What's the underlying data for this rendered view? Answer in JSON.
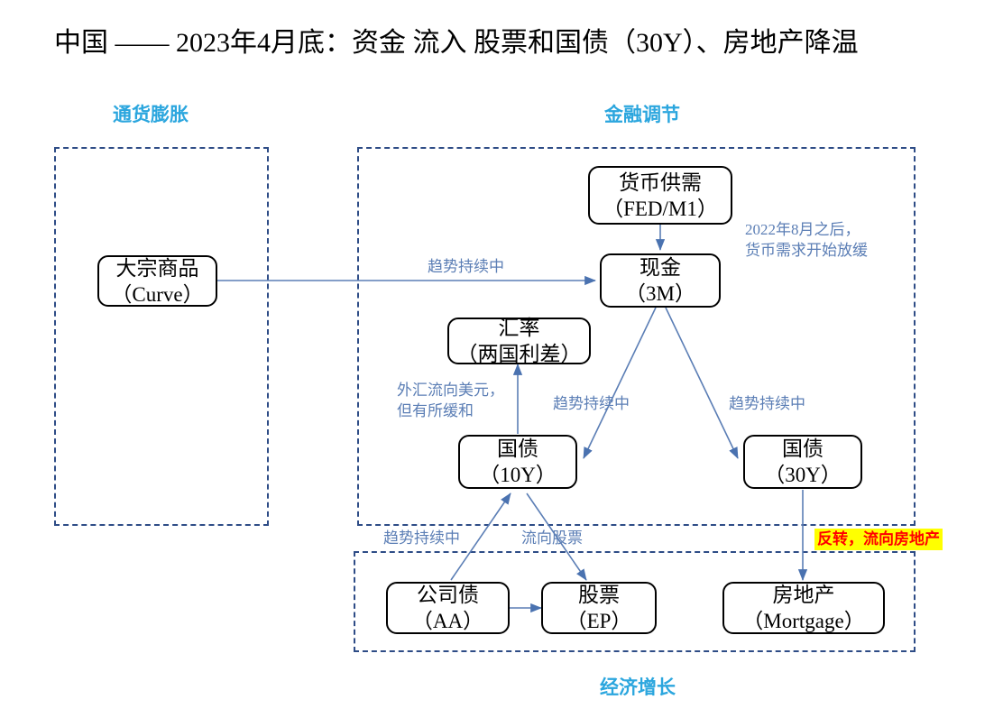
{
  "title": "中国 —— 2023年4月底：资金 流入 股票和国债（30Y）、房地产降温",
  "colors": {
    "group_border": "#2E4C86",
    "group_label": "#2BA6DE",
    "edge": "#5B7EB5",
    "edge_label": "#5B7EB5",
    "node_border": "#000000",
    "highlight_bg": "#FFFF00",
    "highlight_text": "#FF0000"
  },
  "groups": [
    {
      "id": "inflation",
      "label": "通货膨胀",
      "label_position": "top"
    },
    {
      "id": "financial",
      "label": "金融调节",
      "label_position": "top"
    },
    {
      "id": "growth",
      "label": "经济增长",
      "label_position": "bottom"
    }
  ],
  "nodes": [
    {
      "id": "commodity",
      "line1": "大宗商品",
      "line2": "（Curve）",
      "group": "inflation"
    },
    {
      "id": "money",
      "line1": "货币供需",
      "line2": "（FED/M1）",
      "group": "financial"
    },
    {
      "id": "cash",
      "line1": "现金",
      "line2": "（3M）",
      "group": "financial"
    },
    {
      "id": "fx",
      "line1": "汇率",
      "line2": "（两国利差）",
      "group": "financial"
    },
    {
      "id": "bond10",
      "line1": "国债",
      "line2": "（10Y）",
      "group": "financial"
    },
    {
      "id": "bond30",
      "line1": "国债",
      "line2": "（30Y）",
      "group": "financial"
    },
    {
      "id": "corpbond",
      "line1": "公司债",
      "line2": "（AA）",
      "group": "growth"
    },
    {
      "id": "equity",
      "line1": "股票",
      "line2": "（EP）",
      "group": "growth"
    },
    {
      "id": "realestate",
      "line1": "房地产",
      "line2": "（Mortgage）",
      "group": "growth"
    }
  ],
  "edges": [
    {
      "id": "commodity-to-cash",
      "from": "commodity",
      "to": "cash",
      "label": "趋势持续中"
    },
    {
      "id": "money-to-cash",
      "from": "money",
      "to": "cash",
      "label": ""
    },
    {
      "id": "cash-to-bond10",
      "from": "cash",
      "to": "bond10",
      "label": "趋势持续中"
    },
    {
      "id": "cash-to-bond30",
      "from": "cash",
      "to": "bond30",
      "label": "趋势持续中"
    },
    {
      "id": "bond10-to-fx",
      "from": "bond10",
      "to": "fx",
      "label_line1": "外汇流向美元，",
      "label_line2": "但有所缓和"
    },
    {
      "id": "corpbond-to-bond10",
      "from": "corpbond",
      "to": "bond10",
      "label": "趋势持续中"
    },
    {
      "id": "bond10-to-equity",
      "from": "bond10",
      "to": "equity",
      "label": "流向股票"
    },
    {
      "id": "corpbond-to-equity",
      "from": "corpbond",
      "to": "equity",
      "label": ""
    },
    {
      "id": "bond30-to-realestate",
      "from": "bond30",
      "to": "realestate",
      "label": "反转，流向房地产",
      "highlighted": true
    }
  ],
  "annotations": [
    {
      "id": "money-demand-note",
      "line1": "2022年8月之后，",
      "line2": "货币需求开始放缓"
    }
  ]
}
